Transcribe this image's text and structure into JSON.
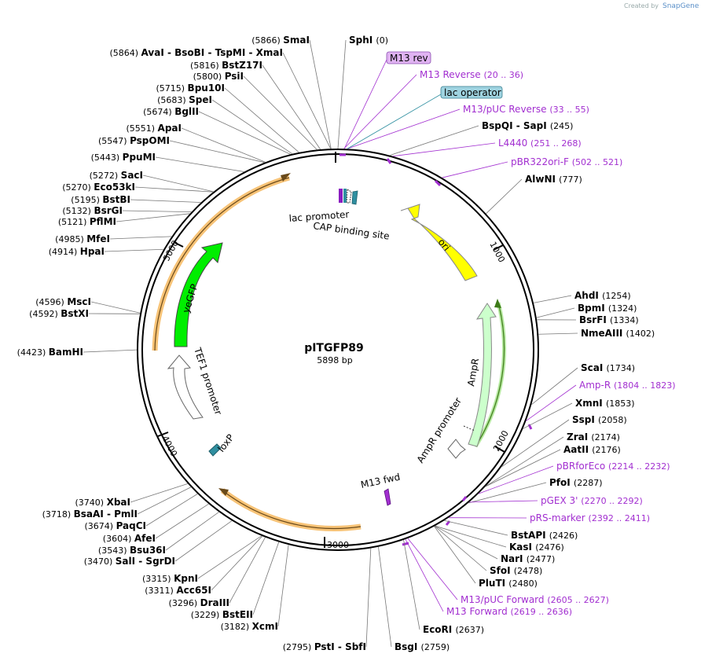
{
  "header": {
    "credit": "Created by",
    "brand": "SnapGene"
  },
  "plasmid": {
    "name": "pITGFP89",
    "size_label": "5898 bp",
    "length": 5898
  },
  "ticks": [
    "1000",
    "2000",
    "3000",
    "4000",
    "5000"
  ],
  "enzymes": [
    {
      "pos": "(5866)",
      "name": "SmaI",
      "side": "L"
    },
    {
      "pos": "(5864)",
      "name": "AvaI  - BsoBI  - TspMI  - XmaI",
      "side": "L"
    },
    {
      "pos": "(5816)",
      "name": "BstZ17I",
      "side": "L"
    },
    {
      "pos": "(5800)",
      "name": "PsiI",
      "side": "L"
    },
    {
      "pos": "(5715)",
      "name": "Bpu10I",
      "side": "L"
    },
    {
      "pos": "(5683)",
      "name": "SpeI",
      "side": "L"
    },
    {
      "pos": "(5674)",
      "name": "BglII",
      "side": "L"
    },
    {
      "pos": "(5551)",
      "name": "ApaI",
      "side": "L"
    },
    {
      "pos": "(5547)",
      "name": "PspOMI",
      "side": "L"
    },
    {
      "pos": "(5443)",
      "name": "PpuMI",
      "side": "L"
    },
    {
      "pos": "(5272)",
      "name": "SacI",
      "side": "L"
    },
    {
      "pos": "(5270)",
      "name": "Eco53kI",
      "side": "L"
    },
    {
      "pos": "(5195)",
      "name": "BstBI",
      "side": "L"
    },
    {
      "pos": "(5132)",
      "name": "BsrGI",
      "side": "L"
    },
    {
      "pos": "(5121)",
      "name": "PflMI",
      "side": "L"
    },
    {
      "pos": "(4985)",
      "name": "MfeI",
      "side": "L"
    },
    {
      "pos": "(4914)",
      "name": "HpaI",
      "side": "L"
    },
    {
      "pos": "(4596)",
      "name": "MscI",
      "side": "L"
    },
    {
      "pos": "(4592)",
      "name": "BstXI",
      "side": "L"
    },
    {
      "pos": "(4423)",
      "name": "BamHI",
      "side": "L"
    },
    {
      "pos": "(3740)",
      "name": "XbaI",
      "side": "L"
    },
    {
      "pos": "(3718)",
      "name": "BsaAI  - PmlI",
      "side": "L"
    },
    {
      "pos": "(3674)",
      "name": "PaqCI",
      "side": "L"
    },
    {
      "pos": "(3604)",
      "name": "AfeI",
      "side": "L"
    },
    {
      "pos": "(3543)",
      "name": "Bsu36I",
      "side": "L"
    },
    {
      "pos": "(3470)",
      "name": "SalI  - SgrDI",
      "side": "L"
    },
    {
      "pos": "(3315)",
      "name": "KpnI",
      "side": "L"
    },
    {
      "pos": "(3311)",
      "name": "Acc65I",
      "side": "L"
    },
    {
      "pos": "(3296)",
      "name": "DraIII",
      "side": "L"
    },
    {
      "pos": "(3229)",
      "name": "BstEII",
      "side": "L"
    },
    {
      "pos": "(3182)",
      "name": "XcmI",
      "side": "L"
    },
    {
      "pos": "(2795)",
      "name": "PstI  - SbfI",
      "side": "L"
    },
    {
      "name": "SphI",
      "pos": "(0)",
      "side": "R"
    },
    {
      "name": "BspQI  - SapI",
      "pos": "(245)",
      "side": "R"
    },
    {
      "name": "AlwNI",
      "pos": "(777)",
      "side": "R"
    },
    {
      "name": "AhdI",
      "pos": "(1254)",
      "side": "R"
    },
    {
      "name": "BpmI",
      "pos": "(1324)",
      "side": "R"
    },
    {
      "name": "BsrFI",
      "pos": "(1334)",
      "side": "R"
    },
    {
      "name": "NmeAIII",
      "pos": "(1402)",
      "side": "R"
    },
    {
      "name": "ScaI",
      "pos": "(1734)",
      "side": "R"
    },
    {
      "name": "XmnI",
      "pos": "(1853)",
      "side": "R"
    },
    {
      "name": "SspI",
      "pos": "(2058)",
      "side": "R"
    },
    {
      "name": "ZraI",
      "pos": "(2174)",
      "side": "R"
    },
    {
      "name": "AatII",
      "pos": "(2176)",
      "side": "R"
    },
    {
      "name": "PfoI",
      "pos": "(2287)",
      "side": "R"
    },
    {
      "name": "BstAPI",
      "pos": "(2426)",
      "side": "R"
    },
    {
      "name": "KasI",
      "pos": "(2476)",
      "side": "R"
    },
    {
      "name": "NarI",
      "pos": "(2477)",
      "side": "R"
    },
    {
      "name": "SfoI",
      "pos": "(2478)",
      "side": "R"
    },
    {
      "name": "PluTI",
      "pos": "(2480)",
      "side": "R"
    },
    {
      "name": "EcoRI",
      "pos": "(2637)",
      "side": "R"
    },
    {
      "name": "BsgI",
      "pos": "(2759)",
      "side": "R"
    }
  ],
  "primer_labels": [
    {
      "name": "M13 Reverse",
      "range": "(20 .. 36)"
    },
    {
      "name": "M13/pUC Reverse",
      "range": "(33 .. 55)"
    },
    {
      "name": "L4440",
      "range": "(251 .. 268)"
    },
    {
      "name": "pBR322ori-F",
      "range": "(502 .. 521)"
    },
    {
      "name": "Amp-R",
      "range": "(1804 .. 1823)"
    },
    {
      "name": "pBRforEco",
      "range": "(2214 .. 2232)"
    },
    {
      "name": "pGEX 3'",
      "range": "(2270 .. 2292)"
    },
    {
      "name": "pRS-marker",
      "range": "(2392 .. 2411)"
    },
    {
      "name": "M13/pUC Forward",
      "range": "(2605 .. 2627)"
    },
    {
      "name": "M13 Forward",
      "range": "(2619 .. 2636)"
    }
  ],
  "boxed_labels": {
    "m13_rev": "M13 rev",
    "lac_operator": "lac operator"
  },
  "features": {
    "ori": "ori",
    "ampr": "AmpR",
    "ampr_promoter": "AmpR promoter",
    "yegfp": "yeGFP",
    "tef1": "TEF1 promoter",
    "loxp": "loxP",
    "m13_fwd": "M13 fwd",
    "lac_promoter": "lac promoter",
    "cap_site": "CAP binding site"
  },
  "colors": {
    "ori": "#ffff00",
    "ampr": "#ccffcc",
    "yegfp": "#00ee00",
    "orf_highlight": "#f7c377",
    "primer": "#a22fd0",
    "loxp": "#2f8fa0",
    "m13_rev_box": "#e0b3f2",
    "lac_operator_box": "#9fd3e0"
  }
}
